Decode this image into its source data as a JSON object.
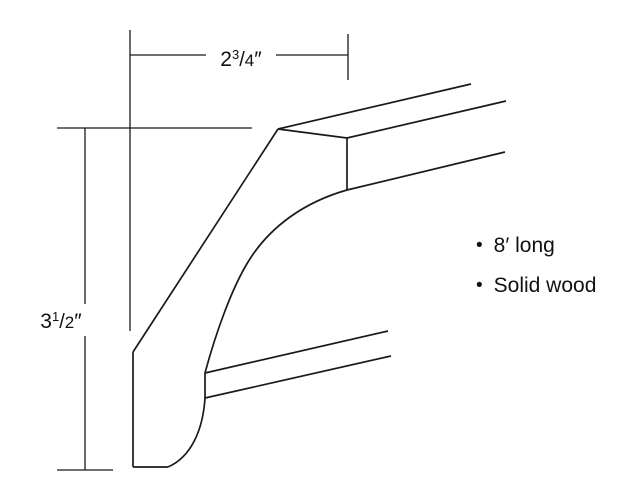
{
  "diagram": {
    "dim_width": {
      "whole": "2",
      "numerator": "3",
      "slash": "/",
      "denominator": "4",
      "unit": "″"
    },
    "dim_height": {
      "whole": "3",
      "numerator": "1",
      "slash": "/",
      "denominator": "2",
      "unit": "″"
    },
    "notes": [
      {
        "bullet": "•",
        "label": "8′ long"
      },
      {
        "bullet": "•",
        "label": "Solid wood"
      }
    ]
  }
}
